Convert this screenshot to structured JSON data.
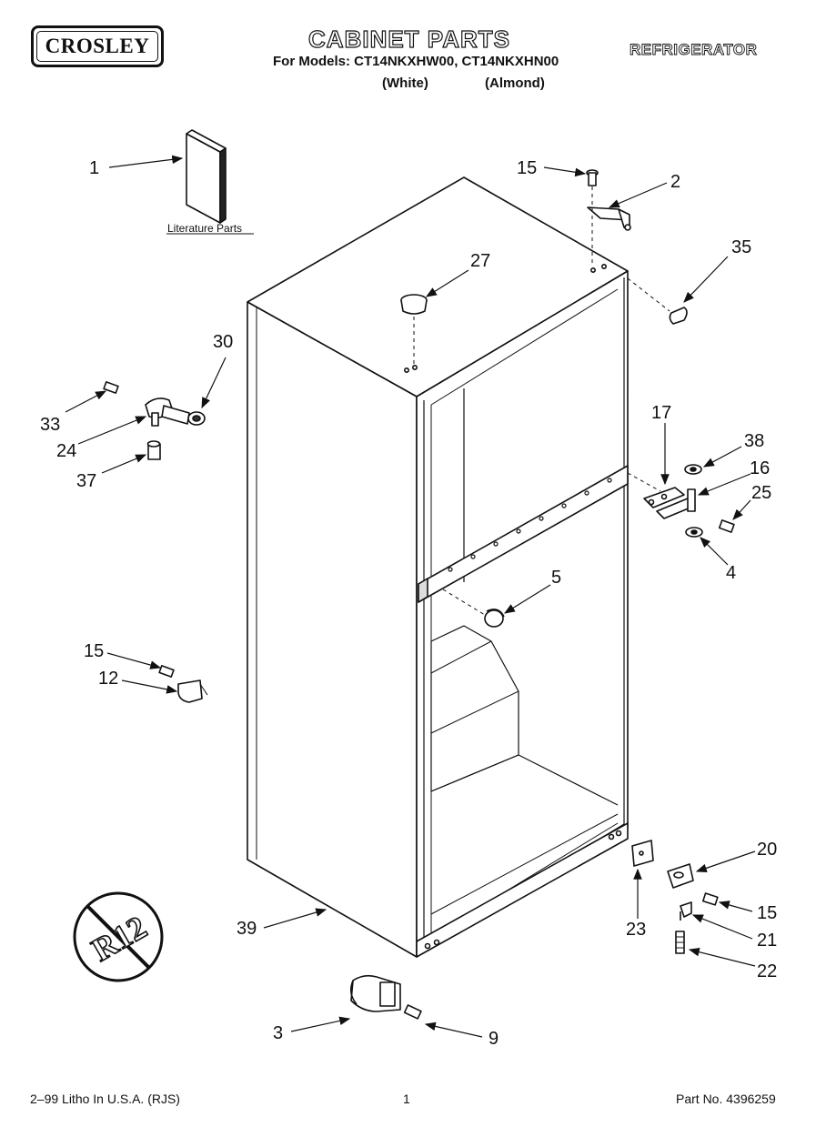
{
  "header": {
    "brand": "CROSLEY",
    "title": "CABINET PARTS",
    "models_line": "For Models: CT14NKXHW00, CT14NKXHN00",
    "variant_white": "(White)",
    "variant_almond": "(Almond)",
    "category": "REFRIGERATOR"
  },
  "diagram": {
    "literature_label": "Literature Parts",
    "r12_symbol": "R12",
    "callouts": {
      "c1": "1",
      "c2": "2",
      "c3": "3",
      "c4": "4",
      "c5": "5",
      "c9": "9",
      "c12": "12",
      "c15a": "15",
      "c15b": "15",
      "c15c": "15",
      "c16": "16",
      "c17": "17",
      "c20": "20",
      "c21": "21",
      "c22": "22",
      "c23": "23",
      "c24": "24",
      "c25": "25",
      "c27": "27",
      "c30": "30",
      "c33": "33",
      "c35": "35",
      "c37": "37",
      "c38": "38",
      "c39": "39"
    }
  },
  "footer": {
    "left": "2–99 Litho In U.S.A. (RJS)",
    "page": "1",
    "part_no": "Part No. 4396259"
  }
}
